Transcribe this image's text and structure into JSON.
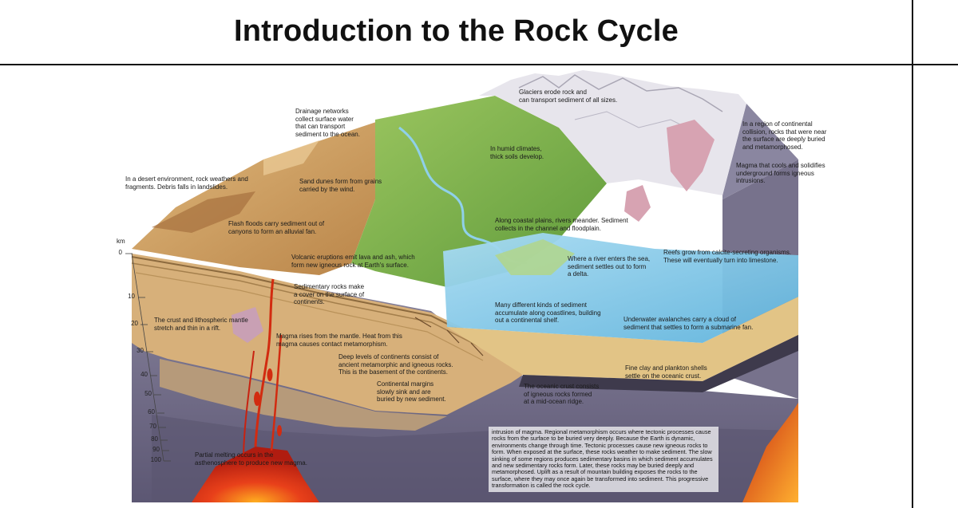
{
  "title": "Introduction to the Rock Cycle",
  "depth_axis": {
    "unit": "km",
    "ticks": [
      "0",
      "10",
      "20",
      "30",
      "40",
      "50",
      "60",
      "70",
      "80",
      "90",
      "100"
    ]
  },
  "labels": {
    "glaciers": "Glaciers erode rock and\ncan transport sediment of all sizes.",
    "drainage": "Drainage networks\ncollect surface water\nthat can transport\nsediment to the ocean.",
    "humid": "In humid climates,\nthick soils develop.",
    "continental_collision": "In a region of continental\ncollision, rocks that were near\nthe surface are deeply buried\nand metamorphosed.",
    "magma_cools": "Magma that cools and solidifies\nunderground forms igneous\nintrusions.",
    "desert": "In a desert environment, rock weathers and\nfragments. Debris falls in landslides.",
    "sand_dunes": "Sand dunes form from grains\ncarried by the wind.",
    "flash_floods": "Flash floods carry sediment out of\ncanyons to form an alluvial fan.",
    "coastal_plains": "Along coastal plains, rivers meander. Sediment\ncollects in the channel and floodplain.",
    "reefs": "Reefs grow from calcite-secreting organisms.\nThese will eventually turn into limestone.",
    "volcanic": "Volcanic eruptions emit lava and ash, which\nform new igneous rock at Earth's surface.",
    "delta": "Where a river enters the sea,\nsediment settles out to form\na delta.",
    "sedimentary_cover": "Sedimentary rocks make\na cover on the surface of\ncontinents.",
    "continental_shelf": "Many different kinds of sediment\naccumulate along coastlines, building\nout a continental shelf.",
    "rift": "The crust and lithospheric mantle\nstretch and thin in a rift.",
    "avalanches": "Underwater avalanches carry a cloud of\nsediment that settles to form a submarine fan.",
    "magma_rises": "Magma rises from the mantle. Heat from this\nmagma causes contact metamorphism.",
    "deep_levels": "Deep levels of continents consist of\nancient metamorphic and igneous rocks.\nThis is the basement of the continents.",
    "fine_clay": "Fine clay and plankton shells\nsettle on the oceanic crust.",
    "continental_margins": "Continental margins\nslowly sink and are\nburied by new sediment.",
    "oceanic_crust": "The oceanic crust consists\nof igneous rocks formed\nat a mid-ocean ridge.",
    "partial_melting": "Partial melting occurs in the\nasthenosphere to produce new magma."
  },
  "caption": "intrusion of magma. Regional metamorphism occurs where tectonic processes cause rocks from the surface to be buried very deeply.\nBecause the Earth is dynamic, environments change through time. Tectonic processes cause new igneous rocks to form. When exposed at the surface, these rocks weather to make sediment. The slow sinking of some regions produces sedimentary basins in which sediment accumulates and new sedimentary rocks form. Later, these rocks may be buried deeply and metamorphosed. Uplift as a result of mountain building exposes the rocks to the surface, where they may once again be transformed into sediment. This progressive transformation is called the rock cycle.",
  "colors": {
    "mantle": "#6f6a86",
    "crust_tan": "#d8b47c",
    "desert": "#c99a5e",
    "green": "#7fb04a",
    "sea": "#7fc6e6",
    "magma": "#d22b10",
    "mountains": "#e6e6ea"
  }
}
